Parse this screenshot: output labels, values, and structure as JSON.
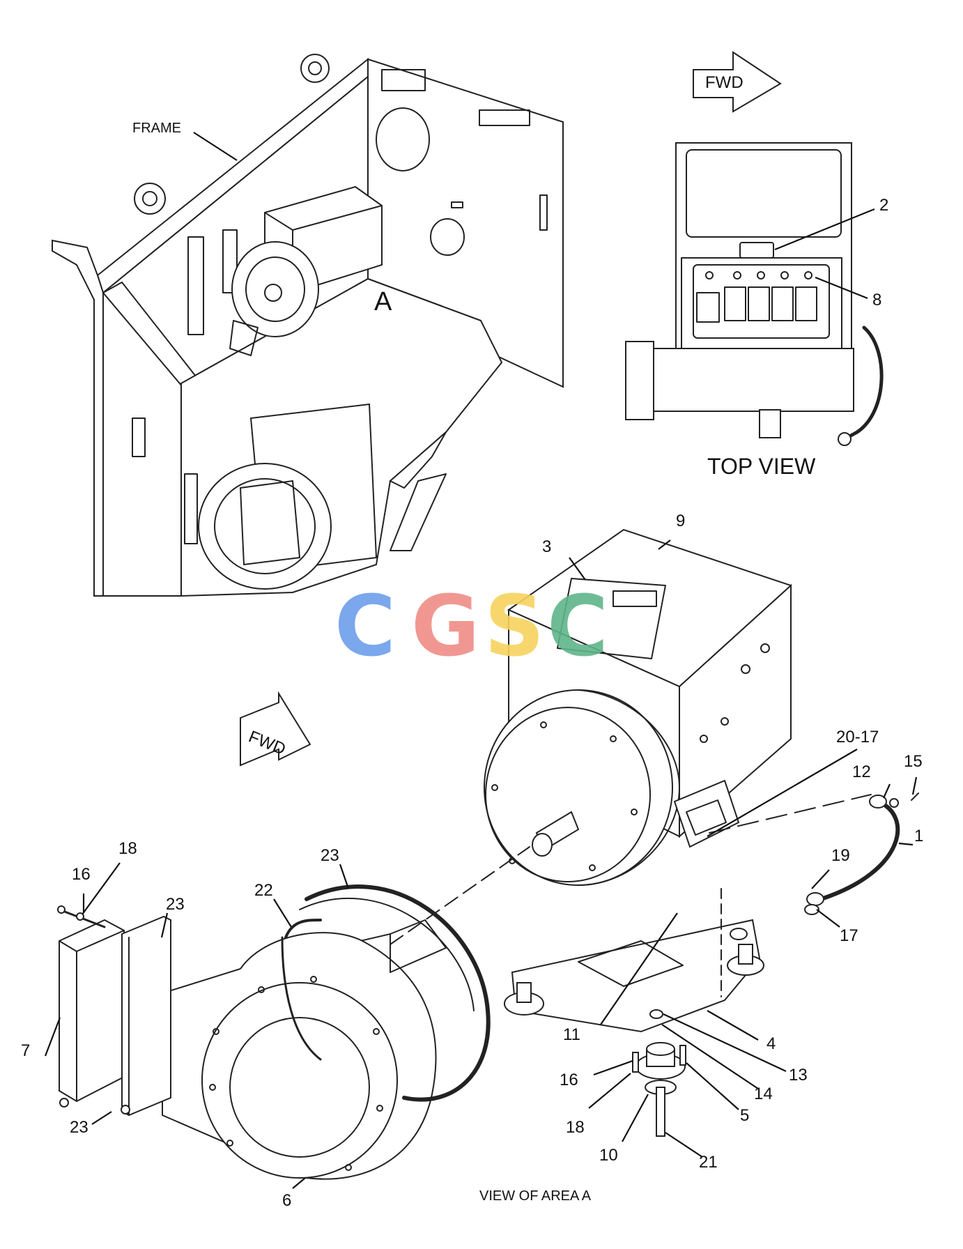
{
  "captions": {
    "frame": "FRAME",
    "fwd_top": "FWD",
    "fwd_main": "FWD",
    "top_view": "TOP VIEW",
    "area_marker": "A",
    "view_of_area": "VIEW OF AREA A"
  },
  "callouts": {
    "c1": "1",
    "c2": "2",
    "c3": "3",
    "c4": "4",
    "c5": "5",
    "c6": "6",
    "c7": "7",
    "c8": "8",
    "c9": "9",
    "c10": "10",
    "c11": "11",
    "c12": "12",
    "c13": "13",
    "c14": "14",
    "c15": "15",
    "c16a": "16",
    "c16b": "16",
    "c17": "17",
    "c18a": "18",
    "c18b": "18",
    "c19": "19",
    "c20": "20-17",
    "c21": "21",
    "c22": "22",
    "c23a": "23",
    "c23b": "23",
    "c23c": "23"
  },
  "watermark": {
    "letters": [
      "C",
      "G",
      "S",
      "C"
    ],
    "colors": [
      "#6d9eeb",
      "#f08c86",
      "#f7d35e",
      "#5fb58a"
    ]
  }
}
